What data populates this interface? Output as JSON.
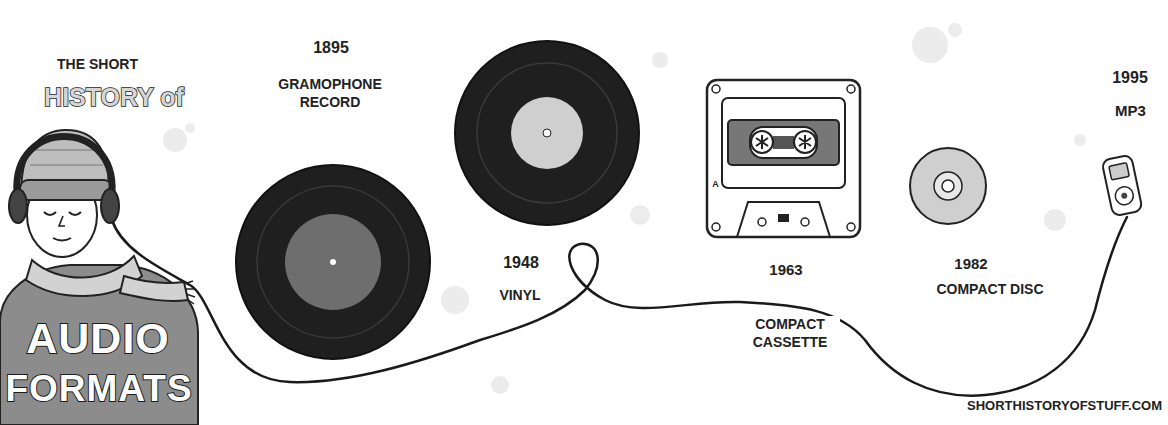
{
  "diagram": {
    "labels": [
      "THE SHORT",
      "HISTORY of",
      "AUDIO",
      "FORMATS",
      "1895",
      "GRAMOPHONE RECORD",
      "1948",
      "VINYL",
      "A",
      "1963",
      "COMPACT CASSETTE",
      "1982",
      "COMPACT DISC",
      "1995",
      "MP3",
      "SHORTHISTORYOFSTUFF.COM"
    ]
  }
}
